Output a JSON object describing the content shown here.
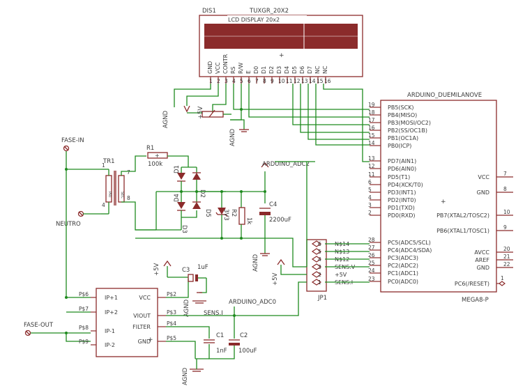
{
  "lcd": {
    "name": "DIS1",
    "value": "TUXGR_20X2",
    "title": "LCD DISPLAY 20x2",
    "pins": [
      {
        "label": "GND",
        "num": "1"
      },
      {
        "label": "VCC",
        "num": "2"
      },
      {
        "label": "CONTR",
        "num": "3"
      },
      {
        "label": "RS",
        "num": "4"
      },
      {
        "label": "R/W",
        "num": "5"
      },
      {
        "label": "E",
        "num": "6"
      },
      {
        "label": "D0",
        "num": "7"
      },
      {
        "label": "D1",
        "num": "8"
      },
      {
        "label": "D2",
        "num": "9"
      },
      {
        "label": "D3",
        "num": "10"
      },
      {
        "label": "D4",
        "num": "11"
      },
      {
        "label": "D5",
        "num": "12"
      },
      {
        "label": "D6",
        "num": "13"
      },
      {
        "label": "D7",
        "num": "14"
      },
      {
        "label": "NC",
        "num": "15"
      },
      {
        "label": "NC",
        "num": "16"
      }
    ]
  },
  "arduino": {
    "name": "ARDUINO_DUEMILANOVE",
    "value": "MEGA8-P",
    "left_pins": [
      {
        "num": "19",
        "label": "PB5(SCK)"
      },
      {
        "num": "18",
        "label": "PB4(MISO)"
      },
      {
        "num": "17",
        "label": "PB3(MOSI/OC2)"
      },
      {
        "num": "16",
        "label": "PB2(SS/OC1B)"
      },
      {
        "num": "15",
        "label": "PB1(OC1A)"
      },
      {
        "num": "14",
        "label": "PB0(ICP)"
      },
      {
        "num": "13",
        "label": "PD7(AIN1)"
      },
      {
        "num": "12",
        "label": "PD6(AIN0)"
      },
      {
        "num": "11",
        "label": "PD5(T1)"
      },
      {
        "num": "6",
        "label": "PD4(XCK/T0)"
      },
      {
        "num": "5",
        "label": "PD3(INT1)"
      },
      {
        "num": "4",
        "label": "PD2(INT0)"
      },
      {
        "num": "3",
        "label": "PD1(TXD)"
      },
      {
        "num": "2",
        "label": "PD0(RXD)"
      },
      {
        "num": "28",
        "label": "PC5(ADC5/SCL)"
      },
      {
        "num": "27",
        "label": "PC4(ADC4/SDA)"
      },
      {
        "num": "26",
        "label": "PC3(ADC3)"
      },
      {
        "num": "25",
        "label": "PC2(ADC2)"
      },
      {
        "num": "24",
        "label": "PC1(ADC1)"
      },
      {
        "num": "23",
        "label": "PC0(ADC0)"
      }
    ],
    "right_pins": [
      {
        "num": "7",
        "label": "VCC"
      },
      {
        "num": "8",
        "label": "GND"
      },
      {
        "num": "10",
        "label": "PB7(XTAL2/TOSC2)"
      },
      {
        "num": "9",
        "label": "PB6(XTAL1/TOSC1)"
      },
      {
        "num": "20",
        "label": "AVCC"
      },
      {
        "num": "21",
        "label": "AREF"
      },
      {
        "num": "22",
        "label": "GND"
      },
      {
        "num": "1",
        "label": "PC6(/RESET)"
      }
    ]
  },
  "jp1": {
    "name": "JP1",
    "pins": [
      "6",
      "5",
      "4",
      "3",
      "2",
      "1"
    ],
    "signals": [
      "N$14",
      "N$13",
      "N$12",
      "SENS.V",
      "+5V",
      "SENS.I"
    ]
  },
  "sensor": {
    "pins_left": [
      {
        "pad": "P$6",
        "label": "IP+1"
      },
      {
        "pad": "P$7",
        "label": "IP+2"
      },
      {
        "pad": "P$8",
        "label": "IP-1"
      },
      {
        "pad": "P$9",
        "label": "IP-2"
      }
    ],
    "pins_right": [
      {
        "pad": "P$2",
        "label": "VCC"
      },
      {
        "pad": "P$3",
        "label": "VIOUT"
      },
      {
        "pad": "P$4",
        "label": "FILTER"
      },
      {
        "pad": "P$5",
        "label": "GND"
      }
    ]
  },
  "components": {
    "tr1": {
      "name": "TR1",
      "pri": "PRI",
      "sec": "SEC",
      "pins": [
        "1",
        "4",
        "7",
        "8"
      ]
    },
    "r1": {
      "name": "R1",
      "value": "100k"
    },
    "r2": {
      "name": "R2",
      "value": "1k"
    },
    "c1": {
      "name": "C1",
      "value": "1nF"
    },
    "c2": {
      "name": "C2",
      "value": "100uF"
    },
    "c3": {
      "name": "C3",
      "value": "1uF"
    },
    "c4": {
      "name": "C4",
      "value": "2200uF"
    },
    "d1": "D1",
    "d2": "D2",
    "d3": "D3",
    "d4": "D4",
    "d5": {
      "name": "D5",
      "value": "3V3"
    },
    "pot_label": "+5V"
  },
  "nets": {
    "fase_in": "FASE-IN",
    "neutro": "NEUTRO",
    "fase_out": "FASE-OUT",
    "adc2": "ARDUINO_ADC2",
    "adc0": "ARDUINO_ADC0",
    "sens_i": "SENS.I",
    "agnd": "AGND",
    "plus5v": "+5V"
  }
}
